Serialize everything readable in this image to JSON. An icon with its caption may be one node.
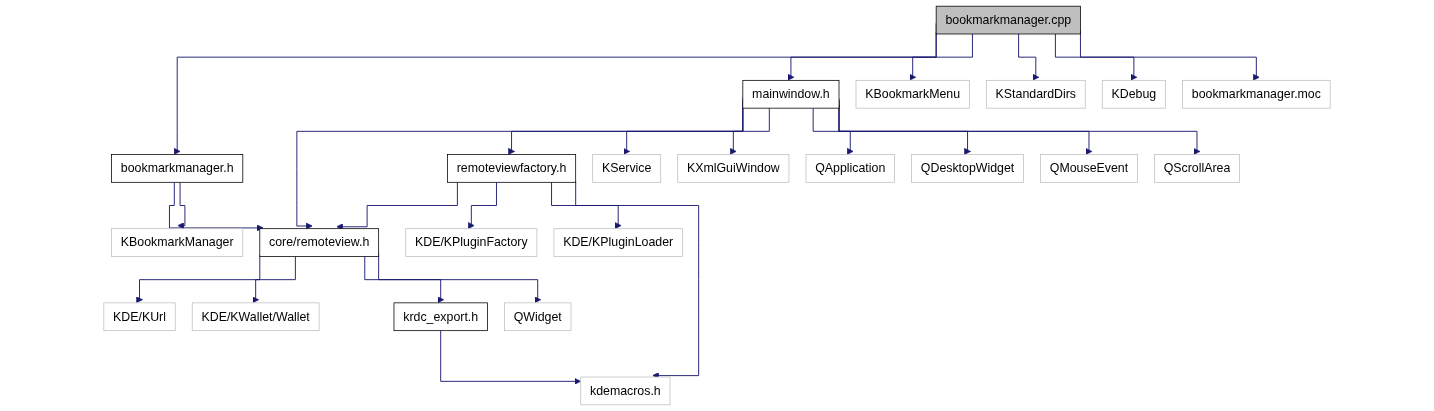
{
  "diagram": {
    "nodes": [
      {
        "text": [
          "bookmarkmanager.cpp"
        ]
      },
      {
        "text": [
          "bookmarkmanager.h"
        ]
      },
      {
        "text": [
          "mainwindow.h"
        ]
      },
      {
        "text": [
          "KBookmarkMenu"
        ]
      },
      {
        "text": [
          "KStandardDirs"
        ]
      },
      {
        "text": [
          "KDebug"
        ]
      },
      {
        "text": [
          "bookmarkmanager.moc"
        ]
      },
      {
        "text": [
          "KBookmarkManager"
        ]
      },
      {
        "text": [
          "remoteviewfactory.h"
        ]
      },
      {
        "text": [
          "KService"
        ]
      },
      {
        "text": [
          "KXmlGuiWindow"
        ]
      },
      {
        "text": [
          "QApplication"
        ]
      },
      {
        "text": [
          "QDesktopWidget"
        ]
      },
      {
        "text": [
          "QMouseEvent"
        ]
      },
      {
        "text": [
          "QScrollArea"
        ]
      },
      {
        "text": [
          "core/remoteview.h"
        ]
      },
      {
        "text": [
          "KDE/KPluginFactory"
        ]
      },
      {
        "text": [
          "KDE/KPluginLoader"
        ]
      },
      {
        "text": [
          "KDE/KUrl"
        ]
      },
      {
        "text": [
          "KDE/KWallet/Wallet"
        ]
      },
      {
        "text": [
          "krdc_export.h"
        ]
      },
      {
        "text": [
          "QWidget"
        ]
      },
      {
        "text": [
          "kdemacros.h"
        ]
      }
    ],
    "edges": [
      {
        "from": 0,
        "to": 1,
        "arrow": "to"
      },
      {
        "from": 0,
        "to": 2,
        "arrow": "to"
      },
      {
        "from": 0,
        "to": 3,
        "arrow": "to"
      },
      {
        "from": 0,
        "to": 4,
        "arrow": "to"
      },
      {
        "from": 0,
        "to": 5,
        "arrow": "to"
      },
      {
        "from": 0,
        "to": 6,
        "arrow": "to"
      },
      {
        "from": 1,
        "to": 15,
        "arrow": "to"
      },
      {
        "from": 1,
        "to": 7,
        "arrow": "to"
      },
      {
        "from": 2,
        "to": 15,
        "arrow": "to"
      },
      {
        "from": 2,
        "to": 8,
        "arrow": "to"
      },
      {
        "from": 2,
        "to": 9,
        "arrow": "to"
      },
      {
        "from": 2,
        "to": 10,
        "arrow": "to"
      },
      {
        "from": 2,
        "to": 11,
        "arrow": "to"
      },
      {
        "from": 2,
        "to": 12,
        "arrow": "to"
      },
      {
        "from": 2,
        "to": 13,
        "arrow": "to"
      },
      {
        "from": 2,
        "to": 14,
        "arrow": "to"
      },
      {
        "from": 8,
        "to": 15,
        "arrow": "to"
      },
      {
        "from": 8,
        "to": 16,
        "arrow": "to"
      },
      {
        "from": 8,
        "to": 17,
        "arrow": "to"
      },
      {
        "from": 8,
        "to": 22,
        "arrow": "to"
      },
      {
        "from": 15,
        "to": 18,
        "arrow": "to"
      },
      {
        "from": 15,
        "to": 19,
        "arrow": "to"
      },
      {
        "from": 15,
        "to": 20,
        "arrow": "to"
      },
      {
        "from": 15,
        "to": 21,
        "arrow": "to"
      },
      {
        "from": 20,
        "to": 22,
        "arrow": "to"
      }
    ]
  }
}
